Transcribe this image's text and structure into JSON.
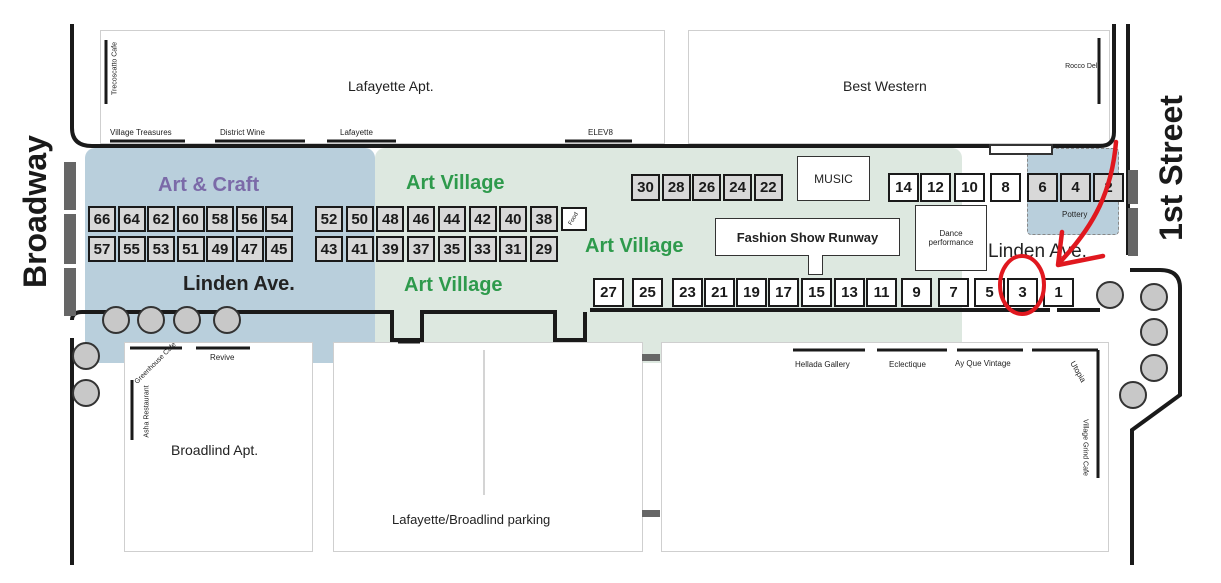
{
  "streets": {
    "broadway": "Broadway",
    "first_street": "1st Street",
    "linden_left": "Linden Ave.",
    "linden_right": "Linden Ave."
  },
  "buildings": {
    "lafayette_apt": "Lafayette Apt.",
    "best_western": "Best Western",
    "broadlind_apt": "Broadlind Apt.",
    "parking": "Lafayette/Broadlind parking"
  },
  "shops_top": {
    "trecoscatto": "Trecoscatto Cafe",
    "village_treasures": "Village Treasures",
    "district_wine": "District Wine",
    "lafayette": "Lafayette",
    "elev8": "ELEV8",
    "rocco": "Rocco Deli"
  },
  "shops_bottom": {
    "greenhouse": "Greenhouse Cafe",
    "revive": "Revive",
    "asha": "Asha Restaurant",
    "hellada": "Hellada Gallery",
    "eclectique": "Eclectique",
    "ay_que": "Ay Que Vintage",
    "utopia": "Utopia",
    "village_grind": "Village Grind Cafe"
  },
  "sections": {
    "art_craft": "Art & Craft",
    "art_village_1": "Art Village",
    "art_village_2": "Art Village",
    "art_village_3": "Art Village"
  },
  "features": {
    "music": "MUSIC",
    "runway": "Fashion Show Runway",
    "dance": "Dance performance",
    "pottery": "Pottery",
    "food": "Food"
  },
  "booths": {
    "row_top_a": [
      "66",
      "64",
      "62",
      "60",
      "58",
      "56",
      "54"
    ],
    "row_bot_a": [
      "57",
      "55",
      "53",
      "51",
      "49",
      "47",
      "45"
    ],
    "row_top_b": [
      "52",
      "50",
      "48",
      "46",
      "44",
      "42",
      "40",
      "38"
    ],
    "row_bot_b": [
      "43",
      "41",
      "39",
      "37",
      "35",
      "33",
      "31",
      "29"
    ],
    "north_mid": [
      "30",
      "28",
      "26",
      "24",
      "22"
    ],
    "north_right": [
      "14",
      "12",
      "10",
      "8",
      "6",
      "4",
      "2"
    ],
    "south": [
      "27",
      "25",
      "23",
      "21",
      "19",
      "17",
      "15",
      "13",
      "11",
      "9",
      "7",
      "5",
      "3",
      "1"
    ]
  },
  "annotation": {
    "highlighted_booth": "3",
    "color": "#e0181f"
  },
  "colors": {
    "art_craft_fill": "#b9cfdc",
    "art_village_fill": "#dde8e0",
    "art_craft_text": "#7b6aa8",
    "art_village_text": "#2e9a4c"
  }
}
